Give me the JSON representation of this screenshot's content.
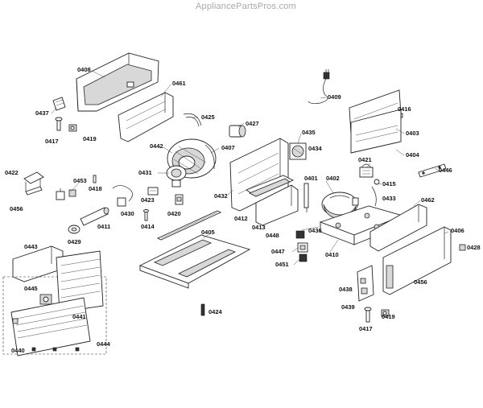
{
  "watermark": "AppliancePartsPros.com",
  "parts": [
    {
      "id": "p0408",
      "label": "0408"
    },
    {
      "id": "p0437",
      "label": "0437"
    },
    {
      "id": "p0417a",
      "label": "0417"
    },
    {
      "id": "p0419a",
      "label": "0419"
    },
    {
      "id": "p0461",
      "label": "0461"
    },
    {
      "id": "p0425",
      "label": "0425"
    },
    {
      "id": "p0427",
      "label": "0427"
    },
    {
      "id": "p0442",
      "label": "0442"
    },
    {
      "id": "p0407",
      "label": "0407"
    },
    {
      "id": "p0409",
      "label": "0409"
    },
    {
      "id": "p0416",
      "label": "0416"
    },
    {
      "id": "p0403",
      "label": "0403"
    },
    {
      "id": "p0404",
      "label": "0404"
    },
    {
      "id": "p0435",
      "label": "0435"
    },
    {
      "id": "p0434",
      "label": "0434"
    },
    {
      "id": "p0421",
      "label": "0421"
    },
    {
      "id": "p0446",
      "label": "0446"
    },
    {
      "id": "p0422",
      "label": "0422"
    },
    {
      "id": "p0453",
      "label": "0453"
    },
    {
      "id": "p0418",
      "label": "0418"
    },
    {
      "id": "p0456a",
      "label": "0456"
    },
    {
      "id": "p0431",
      "label": "0431"
    },
    {
      "id": "p0423",
      "label": "0423"
    },
    {
      "id": "p0432",
      "label": "0432"
    },
    {
      "id": "p0401",
      "label": "0401"
    },
    {
      "id": "p0402",
      "label": "0402"
    },
    {
      "id": "p0415",
      "label": "0415"
    },
    {
      "id": "p0433",
      "label": "0433"
    },
    {
      "id": "p0462",
      "label": "0462"
    },
    {
      "id": "p0430",
      "label": "0430"
    },
    {
      "id": "p0420",
      "label": "0420"
    },
    {
      "id": "p0412",
      "label": "0412"
    },
    {
      "id": "p0411",
      "label": "0411"
    },
    {
      "id": "p0414",
      "label": "0414"
    },
    {
      "id": "p0413",
      "label": "0413"
    },
    {
      "id": "p0429",
      "label": "0429"
    },
    {
      "id": "p0405",
      "label": "0405"
    },
    {
      "id": "p0448",
      "label": "0448"
    },
    {
      "id": "p0436",
      "label": "0436"
    },
    {
      "id": "p0406",
      "label": "0406"
    },
    {
      "id": "p0428",
      "label": "0428"
    },
    {
      "id": "p0443",
      "label": "0443"
    },
    {
      "id": "p0447",
      "label": "0447"
    },
    {
      "id": "p0410",
      "label": "0410"
    },
    {
      "id": "p0451",
      "label": "0451"
    },
    {
      "id": "p0456b",
      "label": "0456"
    },
    {
      "id": "p0445",
      "label": "0445"
    },
    {
      "id": "p0438",
      "label": "0438"
    },
    {
      "id": "p0441",
      "label": "0441"
    },
    {
      "id": "p0424",
      "label": "0424"
    },
    {
      "id": "p0439",
      "label": "0439"
    },
    {
      "id": "p0419b",
      "label": "0419"
    },
    {
      "id": "p0417b",
      "label": "0417"
    },
    {
      "id": "p0444",
      "label": "0444"
    },
    {
      "id": "p0440",
      "label": "0440"
    }
  ]
}
